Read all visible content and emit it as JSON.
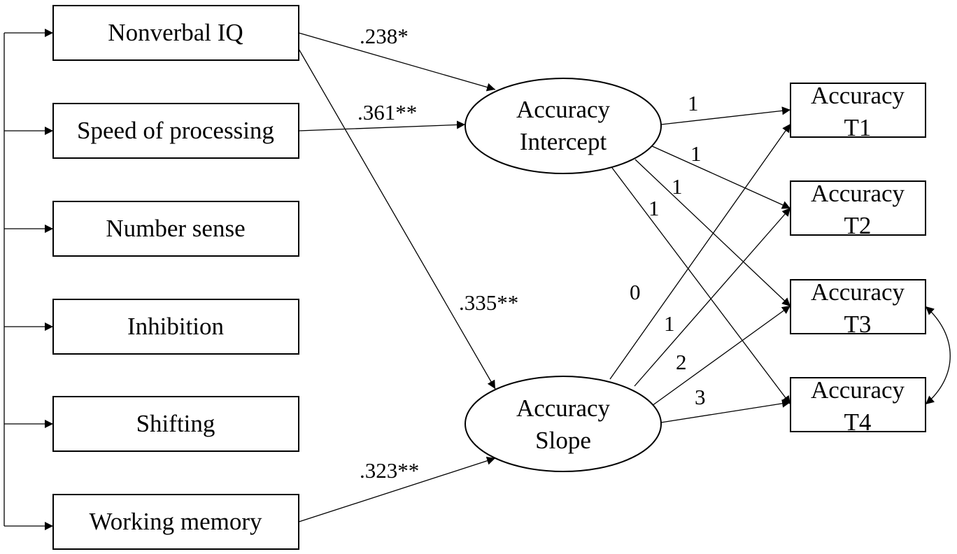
{
  "predictors": [
    {
      "id": "niq",
      "label": "Nonverbal IQ"
    },
    {
      "id": "sop",
      "label": "Speed of processing"
    },
    {
      "id": "ns",
      "label": "Number sense"
    },
    {
      "id": "inh",
      "label": "Inhibition"
    },
    {
      "id": "shf",
      "label": "Shifting"
    },
    {
      "id": "wm",
      "label": "Working memory"
    }
  ],
  "latents": [
    {
      "id": "int",
      "lines": [
        "Accuracy",
        "Intercept"
      ]
    },
    {
      "id": "slp",
      "lines": [
        "Accuracy",
        "Slope"
      ]
    }
  ],
  "indicators": [
    {
      "id": "t1",
      "lines": [
        "Accuracy",
        "T1"
      ]
    },
    {
      "id": "t2",
      "lines": [
        "Accuracy",
        "T2"
      ]
    },
    {
      "id": "t3",
      "lines": [
        "Accuracy",
        "T3"
      ]
    },
    {
      "id": "t4",
      "lines": [
        "Accuracy",
        "T4"
      ]
    }
  ],
  "paths": [
    {
      "from": "niq",
      "to": "int",
      "coefficient": ".238*"
    },
    {
      "from": "sop",
      "to": "int",
      "coefficient": ".361**"
    },
    {
      "from": "niq",
      "to": "slp",
      "coefficient": ".335**"
    },
    {
      "from": "wm",
      "to": "slp",
      "coefficient": ".323**"
    }
  ],
  "loadings": [
    {
      "from": "int",
      "to": "t1",
      "value": "1"
    },
    {
      "from": "int",
      "to": "t2",
      "value": "1"
    },
    {
      "from": "int",
      "to": "t3",
      "value": "1"
    },
    {
      "from": "int",
      "to": "t4",
      "value": "1"
    },
    {
      "from": "slp",
      "to": "t1",
      "value": "0"
    },
    {
      "from": "slp",
      "to": "t2",
      "value": "1"
    },
    {
      "from": "slp",
      "to": "t3",
      "value": "2"
    },
    {
      "from": "slp",
      "to": "t4",
      "value": "3"
    }
  ],
  "covariances": [
    {
      "between": [
        "t3",
        "t4"
      ]
    }
  ]
}
